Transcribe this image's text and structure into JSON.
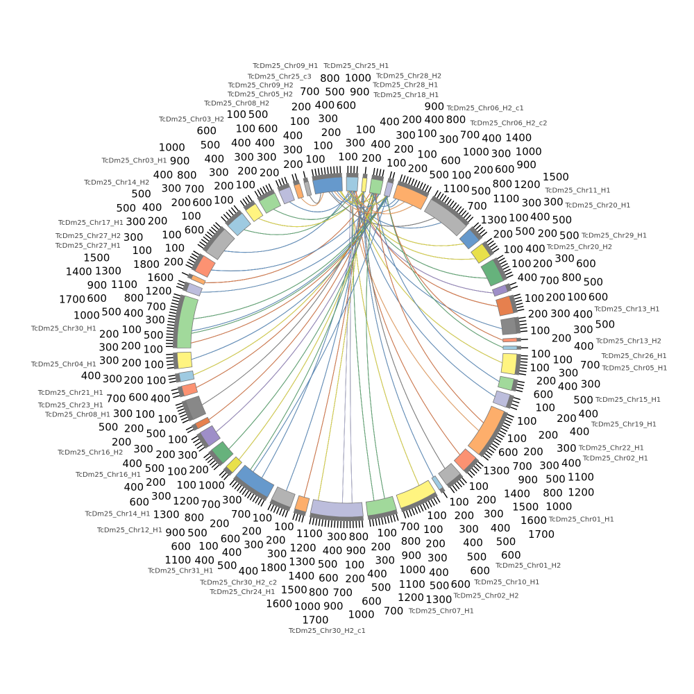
{
  "title": "",
  "tick_step": 100,
  "segments": [
    {
      "name": "TcDm25_Chr25_H1",
      "length": 400,
      "color": "#9ecae1"
    },
    {
      "name": "TcDm25_Chr18_H1",
      "length": 150,
      "color": "#fff480"
    },
    {
      "name": "TcDm25_Chr28_H1",
      "length": 400,
      "color": "#a1d99b"
    },
    {
      "name": "TcDm25_Chr28_H2",
      "length": 200,
      "color": "#bcbddc"
    },
    {
      "name": "TcDm25_Chr06_H2_c1",
      "length": 1100,
      "color": "#fdae6b"
    },
    {
      "name": "TcDm25_Chr06_H2_c2",
      "length": 1500,
      "color": "#b3b3b3"
    },
    {
      "name": "TcDm25_Chr11_H1",
      "length": 500,
      "color": "#6699cc"
    },
    {
      "name": "TcDm25_Chr20_H1",
      "length": 500,
      "color": "#e8e04a"
    },
    {
      "name": "TcDm25_Chr20_H2",
      "length": 800,
      "color": "#66b27c"
    },
    {
      "name": "TcDm25_Chr29_H1",
      "length": 250,
      "color": "#9e8ec8"
    },
    {
      "name": "TcDm25_Chr13_H1",
      "length": 600,
      "color": "#e6804e"
    },
    {
      "name": "TcDm25_Chr13_H2",
      "length": 550,
      "color": "#888888"
    },
    {
      "name": "TcDm25_Chr26_H1",
      "length": 120,
      "color": "#fc9272"
    },
    {
      "name": "TcDm25_Chr05_H1",
      "length": 120,
      "color": "#9ecae1"
    },
    {
      "name": "TcDm25_Chr15_H1",
      "length": 700,
      "color": "#fff480"
    },
    {
      "name": "TcDm25_Chr19_H1",
      "length": 400,
      "color": "#a1d99b"
    },
    {
      "name": "TcDm25_Chr22_H1",
      "length": 450,
      "color": "#bcbddc"
    },
    {
      "name": "TcDm25_Chr02_H1",
      "length": 1700,
      "color": "#fdae6b"
    },
    {
      "name": "TcDm25_Chr01_H1",
      "length": 600,
      "color": "#fc9272"
    },
    {
      "name": "TcDm25_Chr01_H2",
      "length": 600,
      "color": "#b3b3b3"
    },
    {
      "name": "TcDm25_Chr10_H1",
      "length": 150,
      "color": "#9ecae1"
    },
    {
      "name": "TcDm25_Chr02_H2",
      "length": 1300,
      "color": "#fff480"
    },
    {
      "name": "TcDm25_Chr07_H1",
      "length": 1000,
      "color": "#a1d99b"
    },
    {
      "name": "TcDm25_Chr30_H2_c1",
      "length": 1800,
      "color": "#bcbddc"
    },
    {
      "name": "TcDm25_Chr30_H2_c2",
      "length": 400,
      "color": "#fdae6b"
    },
    {
      "name": "TcDm25_Chr24_H1",
      "length": 700,
      "color": "#b3b3b3"
    },
    {
      "name": "TcDm25_Chr31_H1",
      "length": 1300,
      "color": "#6699cc"
    },
    {
      "name": "TcDm25_Chr12_H1",
      "length": 300,
      "color": "#e8e04a"
    },
    {
      "name": "TcDm25_Chr14_H1",
      "length": 600,
      "color": "#66b27c"
    },
    {
      "name": "TcDm25_Chr16_H1",
      "length": 550,
      "color": "#9e8ec8"
    },
    {
      "name": "TcDm25_Chr16_H2",
      "length": 200,
      "color": "#e6804e"
    },
    {
      "name": "TcDm25_Chr08_H1",
      "length": 700,
      "color": "#888888"
    },
    {
      "name": "TcDm25_Chr21_H1",
      "length": 350,
      "color": "#fc9272"
    },
    {
      "name": "TcDm25_Chr23_H1",
      "length": 300,
      "color": "#9ecae1"
    },
    {
      "name": "TcDm25_Chr04_H1",
      "length": 550,
      "color": "#fff480"
    },
    {
      "name": "TcDm25_Chr30_H1",
      "length": 1800,
      "color": "#a1d99b"
    },
    {
      "name": "TcDm25_Chr27_H1",
      "length": 300,
      "color": "#bcbddc"
    },
    {
      "name": "TcDm25_Chr27_H2",
      "length": 150,
      "color": "#fdae6b"
    },
    {
      "name": "TcDm25_Chr17_H1",
      "length": 600,
      "color": "#fc9272"
    },
    {
      "name": "TcDm25_Chr14_H2",
      "length": 1000,
      "color": "#b3b3b3"
    },
    {
      "name": "TcDm25_Chr03_H1",
      "length": 650,
      "color": "#9ecae1"
    },
    {
      "name": "TcDm25_Chr03_H2",
      "length": 400,
      "color": "#fff480"
    },
    {
      "name": "TcDm25_Chr08_H2",
      "length": 600,
      "color": "#a1d99b"
    },
    {
      "name": "TcDm25_Chr05_H2",
      "length": 400,
      "color": "#bcbddc"
    },
    {
      "name": "TcDm25_Chr09_H2",
      "length": 200,
      "color": "#fdae6b"
    },
    {
      "name": "TcDm25_Chr25_c3",
      "length": 150,
      "color": "#b3b3b3"
    },
    {
      "name": "TcDm25_Chr09_H1",
      "length": 1000,
      "color": "#6699cc"
    }
  ],
  "links": [
    [
      0,
      0.2,
      5,
      0.5,
      "#6699cc"
    ],
    [
      0,
      0.4,
      6,
      0.5,
      "#e8e04a"
    ],
    [
      0,
      0.6,
      8,
      0.6,
      "#66b27c"
    ],
    [
      0,
      0.8,
      10,
      0.4,
      "#e6804e"
    ],
    [
      0,
      0.3,
      11,
      0.6,
      "#6699cc"
    ],
    [
      0,
      0.5,
      14,
      0.5,
      "#e8e04a"
    ],
    [
      0,
      0.7,
      16,
      0.5,
      "#6699cc"
    ],
    [
      0,
      0.1,
      17,
      0.6,
      "#fdae6b"
    ],
    [
      0,
      0.9,
      18,
      0.5,
      "#e6804e"
    ],
    [
      0,
      0.5,
      21,
      0.3,
      "#e8e04a"
    ],
    [
      0,
      0.6,
      22,
      0.7,
      "#66b27c"
    ],
    [
      0,
      0.4,
      23,
      0.4,
      "#bcbddc"
    ],
    [
      1,
      0.5,
      23,
      0.9,
      "#e8e04a"
    ],
    [
      1,
      0.3,
      24,
      0.5,
      "#e6804e"
    ],
    [
      1,
      0.7,
      25,
      0.5,
      "#6699cc"
    ],
    [
      1,
      0.5,
      26,
      0.4,
      "#6699cc"
    ],
    [
      2,
      0.2,
      26,
      0.8,
      "#66b27c"
    ],
    [
      2,
      0.4,
      27,
      0.5,
      "#e8e04a"
    ],
    [
      2,
      0.6,
      28,
      0.4,
      "#66b27c"
    ],
    [
      2,
      0.8,
      29,
      0.5,
      "#9e8ec8"
    ],
    [
      2,
      0.5,
      30,
      0.5,
      "#e6804e"
    ],
    [
      2,
      0.3,
      31,
      0.5,
      "#888888"
    ],
    [
      2,
      0.7,
      32,
      0.5,
      "#e6804e"
    ],
    [
      2,
      0.9,
      33,
      0.5,
      "#e8e04a"
    ],
    [
      3,
      0.3,
      34,
      0.5,
      "#6699cc"
    ],
    [
      3,
      0.5,
      35,
      0.1,
      "#e6804e"
    ],
    [
      3,
      0.7,
      35,
      0.3,
      "#66b27c"
    ],
    [
      3,
      0.4,
      35,
      0.35,
      "#6699cc"
    ],
    [
      3,
      0.6,
      35,
      0.6,
      "#66b27c"
    ],
    [
      3,
      0.8,
      36,
      0.5,
      "#6699cc"
    ],
    [
      2,
      0.1,
      37,
      0.5,
      "#e6804e"
    ],
    [
      2,
      0.9,
      38,
      0.5,
      "#6699cc"
    ],
    [
      0,
      0.3,
      39,
      0.4,
      "#6699cc"
    ],
    [
      0,
      0.7,
      40,
      0.5,
      "#66b27c"
    ],
    [
      1,
      0.4,
      41,
      0.5,
      "#e8e04a"
    ],
    [
      1,
      0.6,
      42,
      0.5,
      "#66b27c"
    ],
    [
      0,
      0.5,
      43,
      0.5,
      "#6699cc"
    ],
    [
      46,
      0.9,
      2,
      0.5,
      "#e8e04a"
    ],
    [
      46,
      0.8,
      3,
      0.5,
      "#6699cc"
    ],
    [
      46,
      0.7,
      4,
      0.4,
      "#fdae6b"
    ],
    [
      46,
      0.95,
      1,
      0.5,
      "#e8e04a"
    ],
    [
      46,
      0.6,
      0,
      0.8,
      "#6699cc"
    ],
    [
      46,
      0.5,
      5,
      0.3,
      "#888888"
    ],
    [
      0,
      0.2,
      7,
      0.6,
      "#e8e04a"
    ],
    [
      0,
      0.4,
      9,
      0.5,
      "#9e8ec8"
    ],
    [
      3,
      0.5,
      12,
      0.5,
      "#e6804e"
    ],
    [
      3,
      0.5,
      13,
      0.5,
      "#66b27c"
    ],
    [
      2,
      0.5,
      15,
      0.5,
      "#6699cc"
    ],
    [
      1,
      0.5,
      19,
      0.5,
      "#888888"
    ],
    [
      1,
      0.5,
      20,
      0.5,
      "#6699cc"
    ],
    [
      2,
      0.6,
      17,
      0.4,
      "#e6804e"
    ],
    [
      0,
      0.5,
      4,
      0.7,
      "#fdae6b"
    ],
    [
      0,
      0.6,
      23,
      0.2,
      "#bcbddc"
    ],
    [
      2,
      0.4,
      22,
      0.3,
      "#66b27c"
    ],
    [
      3,
      0.6,
      26,
      0.7,
      "#6699cc"
    ],
    [
      46,
      0.2,
      45,
      0.5,
      "#888888"
    ],
    [
      46,
      0.3,
      44,
      0.5,
      "#fdae6b"
    ],
    [
      3,
      0.2,
      4,
      0.2,
      "#6699cc"
    ],
    [
      2,
      0.3,
      4,
      0.1,
      "#6699cc"
    ],
    [
      1,
      0.3,
      3,
      0.4,
      "#e8e04a"
    ]
  ]
}
